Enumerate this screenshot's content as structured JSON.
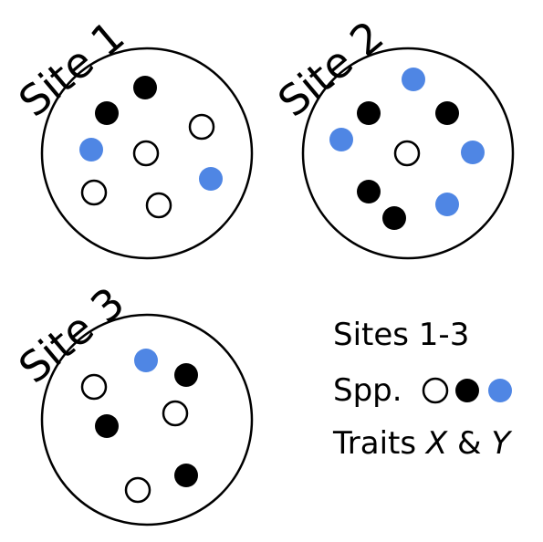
{
  "colors": {
    "black": "#000000",
    "white": "#ffffff",
    "blue": "#4f86e4"
  },
  "sites": [
    {
      "label": "Site 1",
      "individuals": [
        {
          "species": "black"
        },
        {
          "species": "black"
        },
        {
          "species": "white"
        },
        {
          "species": "blue"
        },
        {
          "species": "white"
        },
        {
          "species": "blue"
        },
        {
          "species": "white"
        },
        {
          "species": "white"
        }
      ]
    },
    {
      "label": "Site 2",
      "individuals": [
        {
          "species": "blue"
        },
        {
          "species": "black"
        },
        {
          "species": "black"
        },
        {
          "species": "blue"
        },
        {
          "species": "white"
        },
        {
          "species": "blue"
        },
        {
          "species": "black"
        },
        {
          "species": "blue"
        },
        {
          "species": "black"
        }
      ]
    },
    {
      "label": "Site 3",
      "individuals": [
        {
          "species": "blue"
        },
        {
          "species": "black"
        },
        {
          "species": "white"
        },
        {
          "species": "white"
        },
        {
          "species": "black"
        },
        {
          "species": "black"
        },
        {
          "species": "white"
        }
      ]
    }
  ],
  "legend": {
    "sites_text": "Sites 1-3",
    "species_label": "Spp.",
    "species_symbols": [
      "white",
      "black",
      "blue"
    ],
    "traits_prefix": "Traits ",
    "trait_x": "X",
    "traits_amp": " & ",
    "trait_y": "Y"
  }
}
